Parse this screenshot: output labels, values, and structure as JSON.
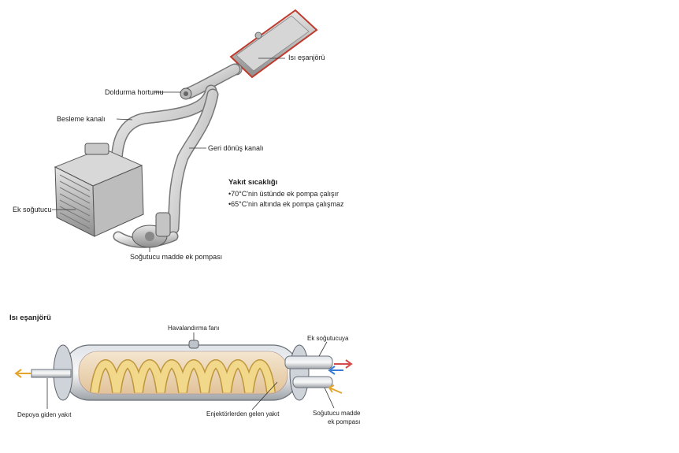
{
  "top_diagram": {
    "labels": {
      "heat_exchanger": "Isı eşanjörü",
      "fill_hose": "Doldurma hortumu",
      "feed_channel": "Besleme kanalı",
      "return_channel": "Geri dönüş kanalı",
      "aux_cooler": "Ek soğutucu",
      "coolant_pump": "Soğutucu madde ek pompası"
    },
    "fuel_temp": {
      "heading": "Yakıt sıcaklığı",
      "items": [
        "70°C'nin üstünde ek pompa  çalışır",
        "65°C'nin altında ek pompa çalışmaz"
      ]
    }
  },
  "bottom_diagram": {
    "title": "Isı eşanjörü",
    "labels": {
      "vent_fan": "Havalandırma fanı",
      "to_aux_cooler": "Ek soğutucuya",
      "to_tank": "Depoya giden yakıt",
      "from_injectors": "Enjektörlerden gelen yakıt",
      "coolant_pump_l1": "Soğutucu madde",
      "coolant_pump_l2": "ek pompası"
    }
  },
  "colors": {
    "line": "#333333",
    "hose": "#d9d9d9",
    "exchanger_highlight": "#c0392b",
    "coil": "#f1d88a",
    "arrow_red": "#d44c4c",
    "arrow_blue": "#3a7bd5",
    "arrow_yellow": "#e3a52c"
  }
}
